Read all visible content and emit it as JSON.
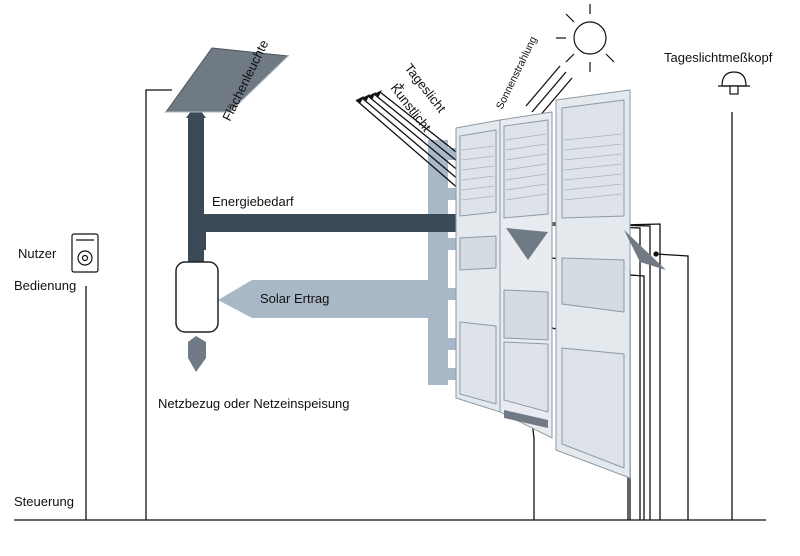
{
  "labels": {
    "flaechenleuchte": "Flächenleuchte",
    "tageslicht": "Tageslicht",
    "plus": "+",
    "kunstlicht": "Kunstlicht",
    "sonnenstrahlung": "Sonnenstrahlung",
    "tageslichtmesskopf": "Tageslichtmeßkopf",
    "energiebedarf": "Energiebedarf",
    "solar_ertrag": "Solar Ertrag",
    "nutzer": "Nutzer",
    "bedienung": "Bedienung",
    "netzbezug": "Netzbezug oder Netzeinspeisung",
    "steuerung": "Steuerung"
  },
  "colors": {
    "dark_flow": "#3c4a57",
    "light_flow": "#a9b8c6",
    "panel_gray": "#6f7a84",
    "glass": "#e4e9ee",
    "frame": "#c8d1d9",
    "line": "#111111"
  },
  "icons": [
    "sun-icon",
    "daylight-sensor-icon",
    "user-control-icon",
    "panel-lamp-icon"
  ]
}
